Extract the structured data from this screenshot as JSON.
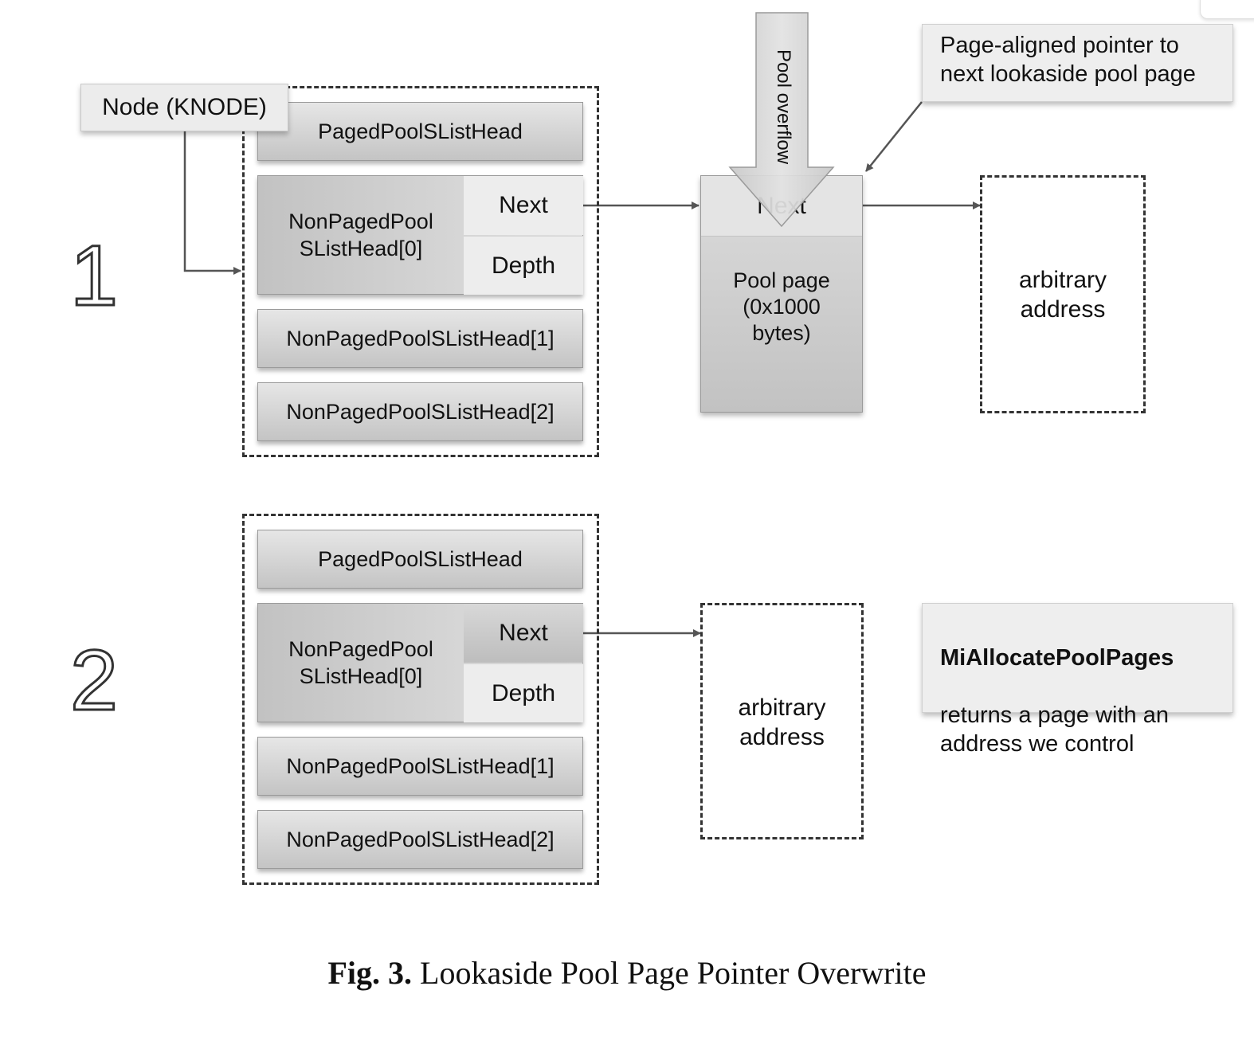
{
  "diagram": {
    "step1": {
      "number": "1",
      "node_label": "Node (KNODE)",
      "paged_head": "PagedPoolSListHead",
      "nonpaged0": "NonPagedPool\nSListHead[0]",
      "next": "Next",
      "depth": "Depth",
      "nonpaged1": "NonPagedPoolSListHead[1]",
      "nonpaged2": "NonPagedPoolSListHead[2]",
      "pool_page_next": "Next",
      "pool_page_label": "Pool page\n(0x1000\nbytes)",
      "overflow_label": "Pool overflow",
      "note": "Page-aligned pointer to\nnext lookaside pool page",
      "arbitrary": "arbitrary\naddress"
    },
    "step2": {
      "number": "2",
      "paged_head": "PagedPoolSListHead",
      "nonpaged0": "NonPagedPool\nSListHead[0]",
      "next": "Next",
      "depth": "Depth",
      "nonpaged1": "NonPagedPoolSListHead[1]",
      "nonpaged2": "NonPagedPoolSListHead[2]",
      "arbitrary": "arbitrary\naddress",
      "note_bold": "MiAllocatePoolPages",
      "note_rest": "returns a page with an\naddress we control"
    }
  },
  "caption": {
    "fig": "Fig. 3.",
    "text": "Lookaside Pool Page Pointer Overwrite"
  }
}
